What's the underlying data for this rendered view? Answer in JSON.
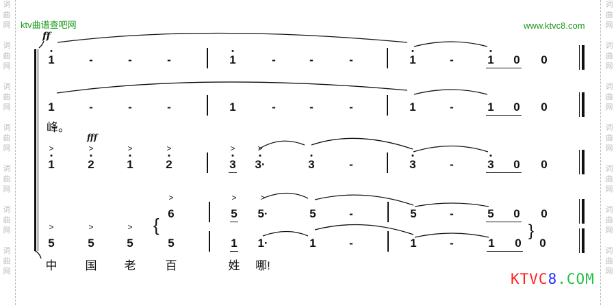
{
  "watermark": {
    "chars": [
      "词",
      "曲",
      "网"
    ]
  },
  "header": {
    "left_site": "ktv曲谱查吧网",
    "right_site": "www.ktvc8.com"
  },
  "logo": {
    "parts": [
      "KTVC",
      "8",
      ".COM"
    ],
    "colors": [
      "#ff2020",
      "#2030ff",
      "#20c040"
    ]
  },
  "dynamics": {
    "top": "ff",
    "third": "fff"
  },
  "staves": [
    {
      "name": "staff-1",
      "notes": [
        {
          "t": "1",
          "hi": 1
        },
        {
          "t": "-"
        },
        {
          "t": "-"
        },
        {
          "t": "-"
        },
        {
          "t": "1",
          "hi": 1
        },
        {
          "t": "-"
        },
        {
          "t": "-"
        },
        {
          "t": "-"
        },
        {
          "t": "1",
          "hi": 1
        },
        {
          "t": "-"
        },
        {
          "t": "1",
          "hi": 1,
          "ul": 1
        },
        {
          "t": "0",
          "ul": 1
        },
        {
          "t": "0"
        }
      ]
    },
    {
      "name": "staff-2",
      "notes": [
        {
          "t": "1"
        },
        {
          "t": "-"
        },
        {
          "t": "-"
        },
        {
          "t": "-"
        },
        {
          "t": "1"
        },
        {
          "t": "-"
        },
        {
          "t": "-"
        },
        {
          "t": "-"
        },
        {
          "t": "1"
        },
        {
          "t": "-"
        },
        {
          "t": "1",
          "ul": 1
        },
        {
          "t": "0",
          "ul": 1
        },
        {
          "t": "0"
        }
      ]
    },
    {
      "name": "staff-3",
      "notes": [
        {
          "t": "1",
          "hi": 1,
          "acc": 1
        },
        {
          "t": "2",
          "hi": 1,
          "acc": 1
        },
        {
          "t": "1",
          "hi": 1,
          "acc": 1
        },
        {
          "t": "2",
          "hi": 1,
          "acc": 1
        },
        {
          "t": "3",
          "hi": 1,
          "acc": 1,
          "ul": 1
        },
        {
          "t": "3·",
          "hi": 1,
          "acc": 1
        },
        {
          "t": "3",
          "hi": 1
        },
        {
          "t": "-"
        },
        {
          "t": "3",
          "hi": 1
        },
        {
          "t": "-"
        },
        {
          "t": "3",
          "hi": 1,
          "ul": 1
        },
        {
          "t": "0",
          "ul": 1
        },
        {
          "t": "0"
        }
      ]
    },
    {
      "name": "staff-4",
      "notes": [
        {
          "t": "6",
          "acc": 1
        },
        {
          "t": "5",
          "acc": 1,
          "ul": 1
        },
        {
          "t": "5·",
          "acc": 1
        },
        {
          "t": "5"
        },
        {
          "t": "-"
        },
        {
          "t": "5"
        },
        {
          "t": "-"
        },
        {
          "t": "5",
          "ul": 1
        },
        {
          "t": "0",
          "ul": 1
        },
        {
          "t": "0"
        }
      ]
    },
    {
      "name": "staff-5",
      "notes": [
        {
          "t": "5",
          "acc": 1
        },
        {
          "t": "5",
          "acc": 1
        },
        {
          "t": "5",
          "acc": 1
        },
        {
          "t": "5"
        },
        {
          "t": "1",
          "ul": 1
        },
        {
          "t": "1·"
        },
        {
          "t": "1"
        },
        {
          "t": "-"
        },
        {
          "t": "1"
        },
        {
          "t": "-"
        },
        {
          "t": "1",
          "ul": 1
        },
        {
          "t": "0",
          "ul": 1
        },
        {
          "t": "0"
        }
      ]
    }
  ],
  "lyrics": {
    "line2_end": "峰。",
    "bottom": [
      "中",
      "国",
      "老",
      "百",
      "姓",
      "哪!"
    ]
  },
  "braces": {
    "open": "{",
    "close": "}"
  }
}
